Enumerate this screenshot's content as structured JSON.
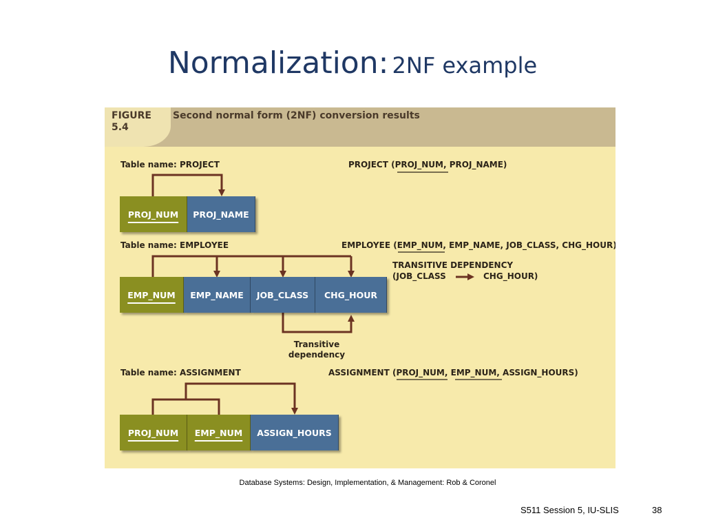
{
  "slide": {
    "title_main": "Normalization:",
    "title_sub": "2NF example",
    "source": "Database Systems: Design, Implementation, & Management: Rob & Coronel",
    "footer_session": "S511 Session 5, IU-SLIS",
    "page_number": "38"
  },
  "figure": {
    "number_line1": "FIGURE",
    "number_line2": "5.4",
    "caption": "Second normal form (2NF) conversion results",
    "project": {
      "table_label": "Table name: PROJECT",
      "schema_name": "PROJECT",
      "schema_keys": [
        "PROJ_NUM"
      ],
      "schema_rest": ", PROJ_NAME)",
      "columns": [
        "PROJ_NUM",
        "PROJ_NAME"
      ]
    },
    "employee": {
      "table_label": "Table name: EMPLOYEE",
      "schema_name": "EMPLOYEE",
      "schema_keys": [
        "EMP_NUM"
      ],
      "schema_rest": ", EMP_NAME, JOB_CLASS, CHG_HOUR)",
      "columns": [
        "EMP_NUM",
        "EMP_NAME",
        "JOB_CLASS",
        "CHG_HOUR"
      ],
      "transitive_title": "TRANSITIVE DEPENDENCY",
      "transitive_from": "(JOB_CLASS",
      "transitive_to": "CHG_HOUR)",
      "note_line1": "Transitive",
      "note_line2": "dependency"
    },
    "assignment": {
      "table_label": "Table name: ASSIGNMENT",
      "schema_name": "ASSIGNMENT",
      "schema_keys": [
        "PROJ_NUM",
        "EMP_NUM"
      ],
      "schema_rest": ", ASSIGN_HOURS)",
      "columns": [
        "PROJ_NUM",
        "EMP_NUM",
        "ASSIGN_HOURS"
      ]
    }
  },
  "colors": {
    "title": "#1f3864",
    "figure_background": "#f7eaab",
    "header_band": "#c9b991",
    "key_column": "#8a8f21",
    "attribute_column": "#4a6f97",
    "arrow": "#6b3322"
  }
}
